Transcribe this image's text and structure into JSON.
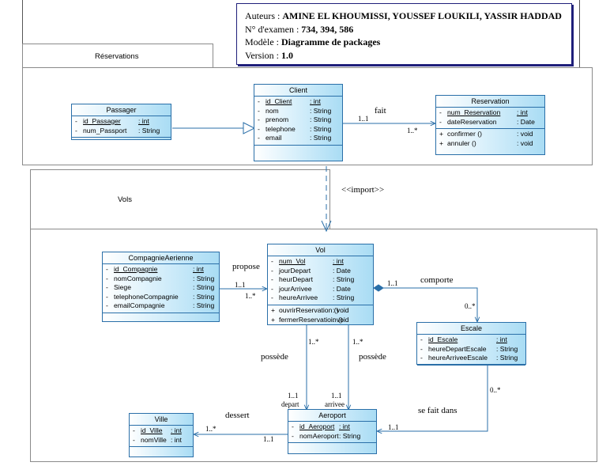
{
  "info": {
    "auteurs_label": "Auteurs : ",
    "auteurs_value": "AMINE EL KHOUMISSI, YOUSSEF LOUKILI, YASSIR HADDAD",
    "examen_label": "N° d'examen : ",
    "examen_value": "734,  394, 586",
    "modele_label": "Modèle : ",
    "modele_value": "Diagramme de packages",
    "version_label": "Version : ",
    "version_value": "1.0"
  },
  "packages": {
    "reservations": "Réservations",
    "vols": "Vols"
  },
  "classes": {
    "passager": {
      "name": "Passager",
      "attributes": [
        {
          "vis": "-",
          "name": "id_Passager",
          "type": ": int",
          "key": true
        },
        {
          "vis": "-",
          "name": "num_Passport",
          "type": ": String",
          "key": false
        }
      ]
    },
    "client": {
      "name": "Client",
      "attributes": [
        {
          "vis": "-",
          "name": "id_Client",
          "type": ": int",
          "key": true
        },
        {
          "vis": "-",
          "name": "nom",
          "type": ": String",
          "key": false
        },
        {
          "vis": "-",
          "name": "prenom",
          "type": ": String",
          "key": false
        },
        {
          "vis": "-",
          "name": "telephone",
          "type": ": String",
          "key": false
        },
        {
          "vis": "-",
          "name": "email",
          "type": ": String",
          "key": false
        }
      ]
    },
    "reservation": {
      "name": "Reservation",
      "attributes": [
        {
          "vis": "-",
          "name": "num_Reservation",
          "type": ": int",
          "key": true
        },
        {
          "vis": "-",
          "name": "dateReservation",
          "type": ": Date",
          "key": false
        }
      ],
      "operations": [
        {
          "vis": "+",
          "name": "confirmer ()",
          "type": ": void"
        },
        {
          "vis": "+",
          "name": "annuler ()",
          "type": ": void"
        }
      ]
    },
    "compagnie": {
      "name": "CompagnieAerienne",
      "attributes": [
        {
          "vis": "-",
          "name": "id_Compagnie",
          "type": ": int",
          "key": true
        },
        {
          "vis": "-",
          "name": "nomCompagnie",
          "type": ": String",
          "key": false
        },
        {
          "vis": "-",
          "name": "Siege",
          "type": ": String",
          "key": false
        },
        {
          "vis": "-",
          "name": "telephoneCompagnie",
          "type": ": String",
          "key": false
        },
        {
          "vis": "-",
          "name": "emailCompagnie",
          "type": ": String",
          "key": false
        }
      ]
    },
    "vol": {
      "name": "Vol",
      "attributes": [
        {
          "vis": "-",
          "name": "num_Vol",
          "type": ": int",
          "key": true
        },
        {
          "vis": "-",
          "name": "jourDepart",
          "type": ": Date",
          "key": false
        },
        {
          "vis": "-",
          "name": "heurDepart",
          "type": ": String",
          "key": false
        },
        {
          "vis": "-",
          "name": "jourArrivee",
          "type": ": Date",
          "key": false
        },
        {
          "vis": "-",
          "name": "heureArrivee",
          "type": ": String",
          "key": false
        }
      ],
      "operations": [
        {
          "vis": "+",
          "name": "ouvrirReservation ()",
          "type": ": void"
        },
        {
          "vis": "+",
          "name": "fermerReservatioin ()",
          "type": ": void"
        }
      ]
    },
    "escale": {
      "name": "Escale",
      "attributes": [
        {
          "vis": "-",
          "name": "id_Escale",
          "type": ": int",
          "key": true
        },
        {
          "vis": "-",
          "name": "heureDepartEscale",
          "type": ": String",
          "key": false
        },
        {
          "vis": "-",
          "name": "heureArriveeEscale",
          "type": ": String",
          "key": false
        }
      ]
    },
    "ville": {
      "name": "Ville",
      "attributes": [
        {
          "vis": "-",
          "name": "id_Ville",
          "type": ": int",
          "key": true
        },
        {
          "vis": "-",
          "name": "nomVille",
          "type": ": int",
          "key": false
        }
      ]
    },
    "aeroport": {
      "name": "Aeroport",
      "attributes": [
        {
          "vis": "-",
          "name": "id_Aeroport",
          "type": ": int",
          "key": true
        },
        {
          "vis": "-",
          "name": "nomAeroport",
          "type": ": String",
          "key": false
        }
      ]
    }
  },
  "relations": {
    "fait": {
      "label": "fait",
      "m1": "1..1",
      "m2": "1..*"
    },
    "import": {
      "label": "<<import>>"
    },
    "propose": {
      "label": "propose",
      "m1": "1..1",
      "m2": "1..*"
    },
    "comporte": {
      "label": "comporte",
      "m1": "1..1",
      "m2": "0..*"
    },
    "possede_depart": {
      "label": "possède",
      "m1": "1..*",
      "m2": "1..1",
      "role": "depart"
    },
    "possede_arrivee": {
      "label": "possède",
      "m1": "1..*",
      "m2": "1..1",
      "role": "arrivee"
    },
    "se_fait_dans": {
      "label": "se fait dans",
      "m1": "0..*",
      "m2": "1..1"
    },
    "dessert": {
      "label": "dessert",
      "m1": "1..1",
      "m2": "1..*"
    }
  },
  "colors": {
    "class_border": "#2a6fa8",
    "class_fill_end": "#a9dcf4",
    "line": "#2a6fa8",
    "package_border": "#8a8a8a"
  }
}
